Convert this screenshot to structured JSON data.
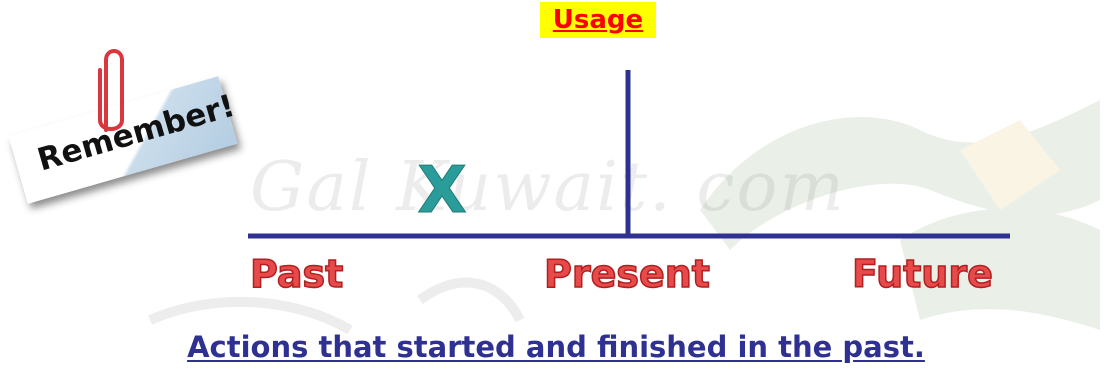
{
  "title": "Usage",
  "note": {
    "text": "Remember!",
    "icon": "paperclip-icon"
  },
  "watermark": {
    "text": "Gal Kuwait. com"
  },
  "timeline": {
    "marker": "X",
    "labels": {
      "past": "Past",
      "present": "Present",
      "future": "Future"
    }
  },
  "caption": "Actions that started and finished in the past.",
  "colors": {
    "title_text": "#ff0000",
    "title_background": "#ffff00",
    "timeline_line": "#2e3192",
    "marker": "#2a9d9a",
    "labels": "#e64a4a",
    "caption": "#2e3192"
  }
}
